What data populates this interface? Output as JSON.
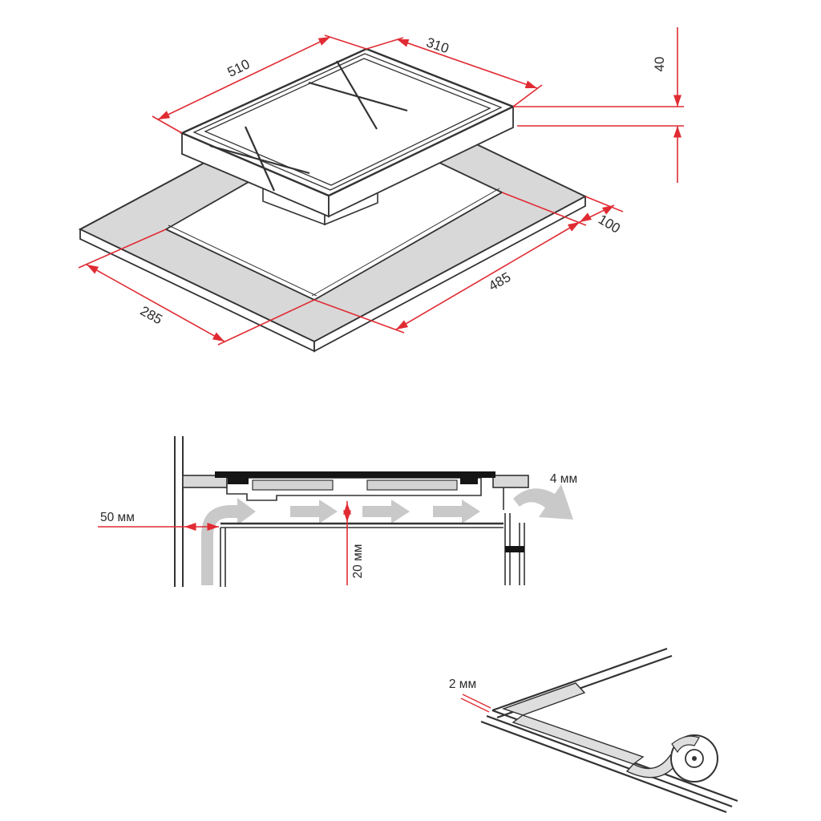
{
  "colors": {
    "dimension_red": "#e02b33",
    "line_dark": "#333333",
    "surface_gray": "#d8d8d8",
    "arrow_gray": "#c9c9c9",
    "glass_black": "#151515"
  },
  "top_view": {
    "label_width": "510",
    "label_depth": "310",
    "label_height": "40",
    "label_cutout_length": "485",
    "label_cutout_width": "285",
    "label_edge_offset": "100"
  },
  "section_view": {
    "label_wall_clearance": "50 мм",
    "label_bottom_clearance": "20 мм",
    "label_rear_gap": "4 мм"
  },
  "detail_view": {
    "label_seal_thickness": "2 мм"
  }
}
